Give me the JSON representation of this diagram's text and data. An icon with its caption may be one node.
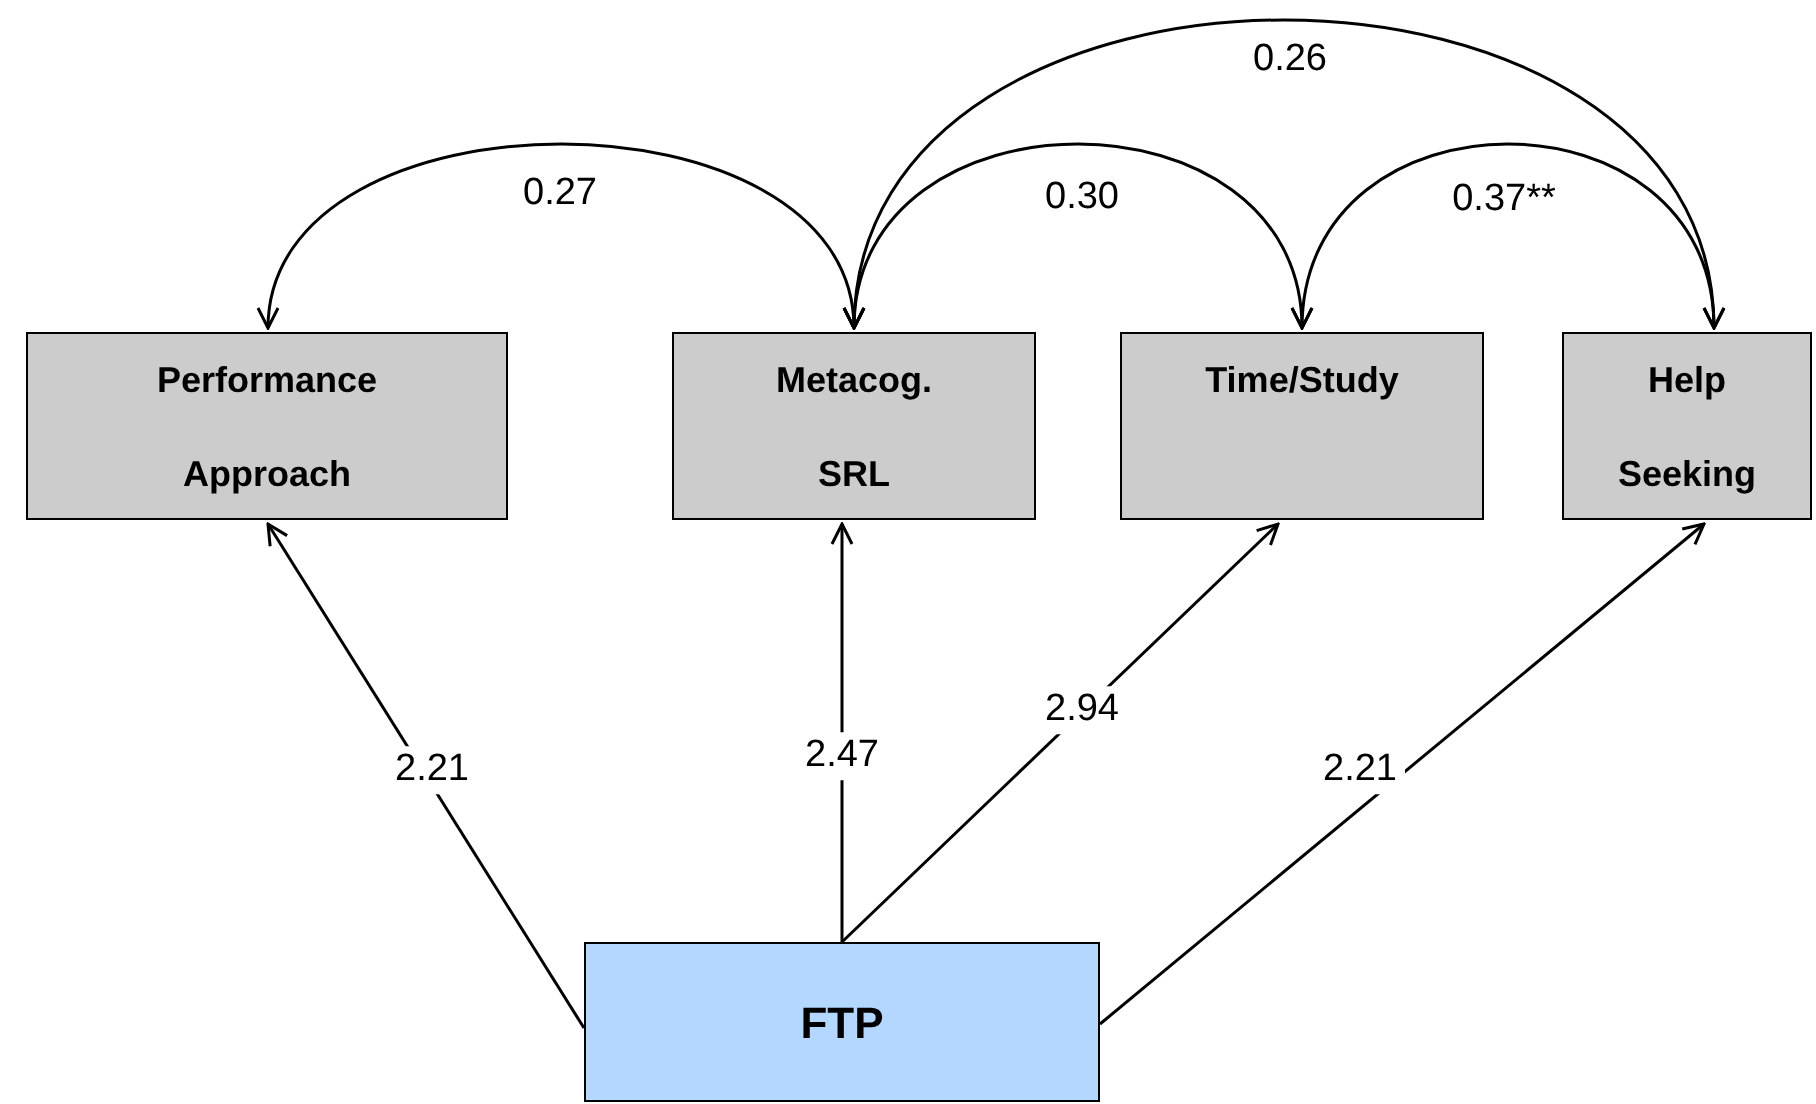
{
  "diagram": {
    "nodes": [
      {
        "text": [
          "Performance Approach"
        ]
      },
      {
        "text": [
          "Metacog. SRL"
        ]
      },
      {
        "text": [
          "Time/Study"
        ]
      },
      {
        "text": [
          "Help Seeking"
        ]
      },
      {
        "text": [
          "FTP"
        ]
      }
    ],
    "edges": [
      {
        "from": 4,
        "to": 0,
        "arrow": "to",
        "label": "2.21"
      },
      {
        "from": 4,
        "to": 1,
        "arrow": "to",
        "label": "2.47"
      },
      {
        "from": 4,
        "to": 2,
        "arrow": "to",
        "label": "2.94"
      },
      {
        "from": 4,
        "to": 3,
        "arrow": "to",
        "label": "2.21"
      },
      {
        "from": 0,
        "to": 1,
        "arrow": "both",
        "label": "0.27"
      },
      {
        "from": 1,
        "to": 2,
        "arrow": "both",
        "label": "0.30"
      },
      {
        "from": 2,
        "to": 3,
        "arrow": "both",
        "label": "0.37**"
      },
      {
        "from": 1,
        "to": 3,
        "arrow": "both",
        "label": "0.26"
      }
    ]
  }
}
